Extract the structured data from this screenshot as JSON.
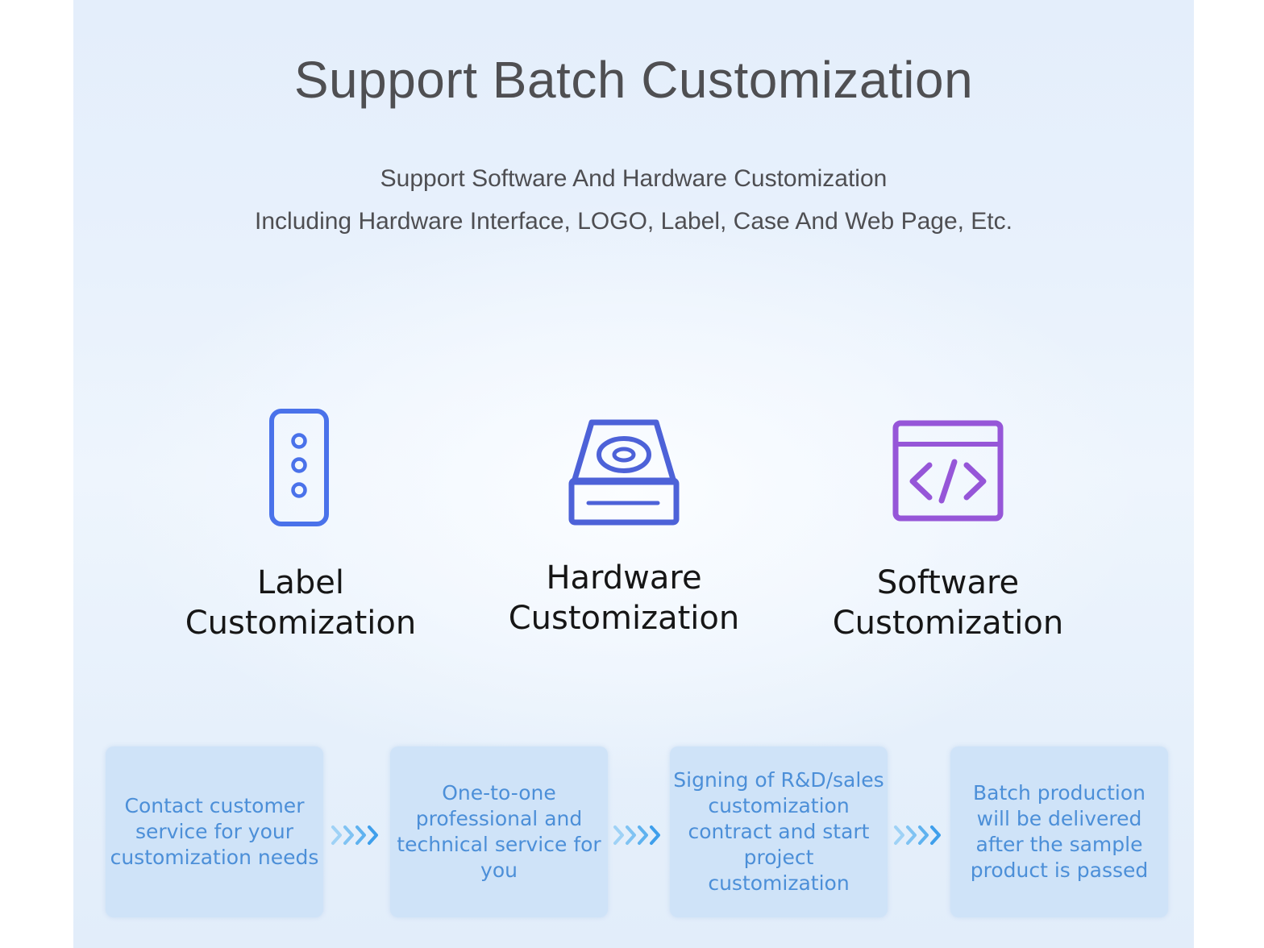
{
  "header": {
    "title": "Support Batch Customization",
    "subtitle_line1": "Support Software And Hardware Customization",
    "subtitle_line2": "Including Hardware Interface, LOGO, Label, Case And Web Page, Etc."
  },
  "features": [
    {
      "icon": "label-tag-icon",
      "line1": "Label",
      "line2": "Customization",
      "color": "#4a72ea"
    },
    {
      "icon": "hard-drive-icon",
      "line1": "Hardware",
      "line2": "Customization",
      "color": "#4d62d8"
    },
    {
      "icon": "code-window-icon",
      "line1": "Software",
      "line2": "Customization",
      "color": "#9656d8"
    }
  ],
  "process_steps": [
    {
      "text": "Contact customer service for your customization needs"
    },
    {
      "text": "One-to-one professional and technical service for you"
    },
    {
      "text": "Signing of R&D/sales customization contract and start project customization"
    },
    {
      "text": "Batch production will be delivered after the sample product is passed"
    }
  ],
  "colors": {
    "step_background": "#cfe3f8",
    "step_text": "#4c8fd8",
    "arrow": "#45a4ec"
  }
}
